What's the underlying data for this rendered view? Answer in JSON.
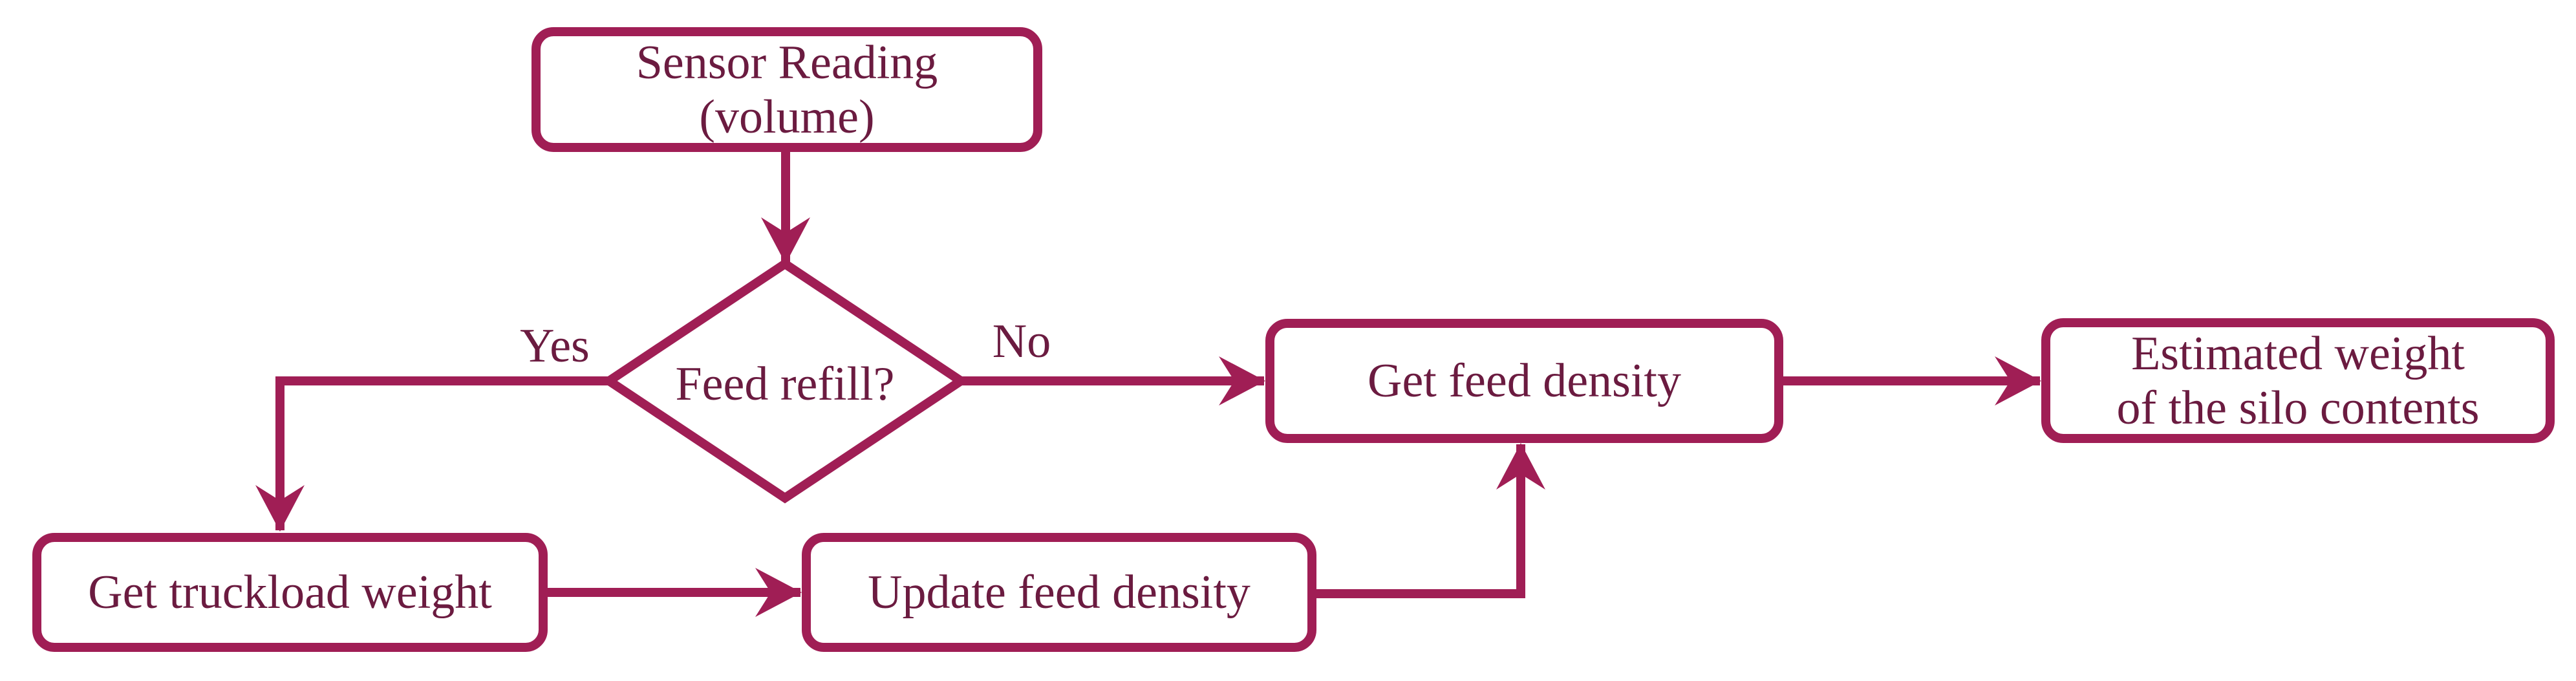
{
  "diagram": {
    "type": "flowchart",
    "colors": {
      "line": "#A01E55",
      "text": "#6B1B40"
    },
    "nodes": {
      "sensor": {
        "line1": "Sensor Reading",
        "line2": "(volume)"
      },
      "decision": {
        "label": "Feed refill?"
      },
      "truckload": {
        "label": "Get truckload weight"
      },
      "update": {
        "label": "Update feed density"
      },
      "density": {
        "label": "Get feed density"
      },
      "estimate": {
        "line1": "Estimated weight",
        "line2": "of the silo contents"
      }
    },
    "edge_labels": {
      "yes": "Yes",
      "no": "No"
    },
    "edges": [
      {
        "from": "sensor",
        "to": "decision",
        "label": ""
      },
      {
        "from": "decision",
        "to": "truckload",
        "label": "Yes"
      },
      {
        "from": "decision",
        "to": "density",
        "label": "No"
      },
      {
        "from": "truckload",
        "to": "update",
        "label": ""
      },
      {
        "from": "update",
        "to": "density",
        "label": ""
      },
      {
        "from": "density",
        "to": "estimate",
        "label": ""
      }
    ]
  }
}
